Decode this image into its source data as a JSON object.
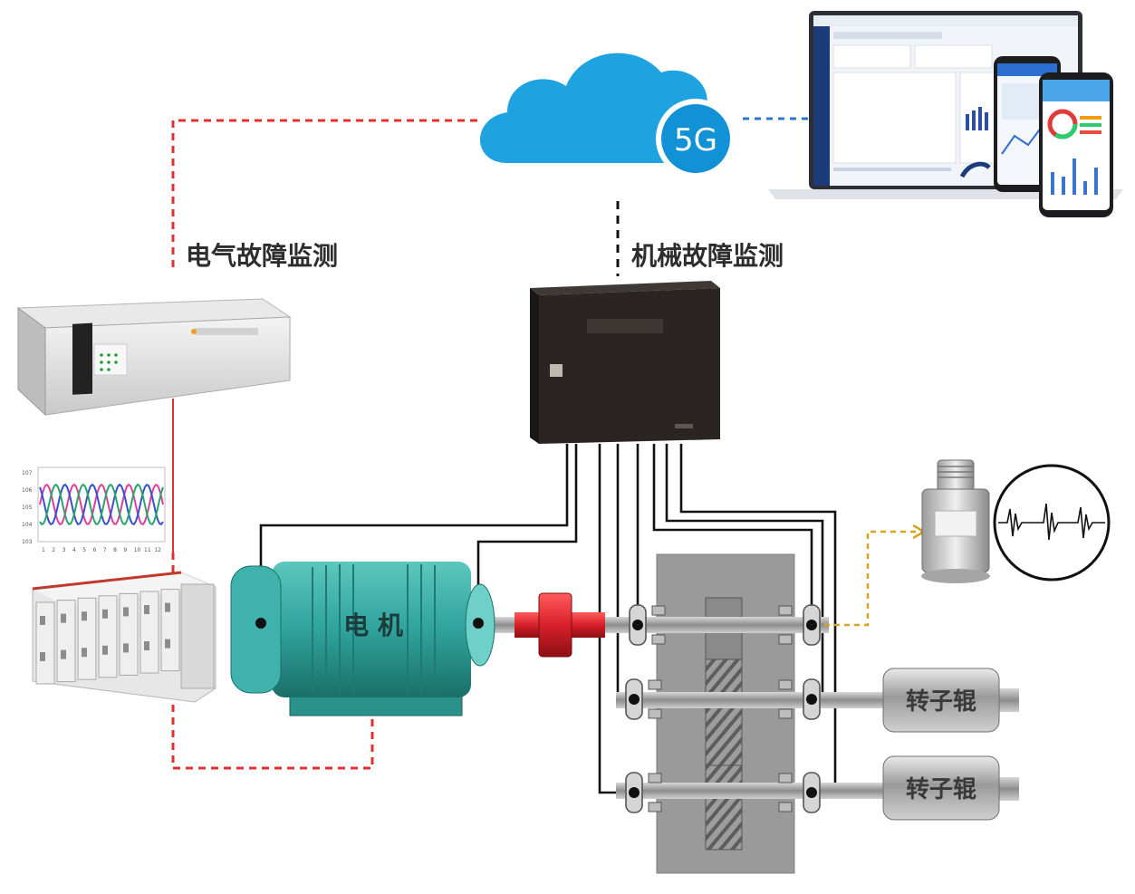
{
  "cloud": {
    "label": "5G",
    "color": "#1fa3e0",
    "badge_color": "#1192d6"
  },
  "labels": {
    "electrical": "电气故障监测",
    "mechanical": "机械故障监测",
    "motor": "电 机",
    "roller_1": "转子辊",
    "roller_2": "转子辊"
  },
  "waveform_chart": {
    "y_ticks": [
      "107",
      "106",
      "105",
      "104",
      "103"
    ],
    "x_ticks": [
      "1",
      "2",
      "3",
      "4",
      "5",
      "6",
      "7",
      "8",
      "9",
      "10",
      "11",
      "12"
    ],
    "series_colors": [
      "#e0409a",
      "#3a4fd0",
      "#26a86a"
    ]
  },
  "colors": {
    "electrical_line": "#e03030",
    "network_line": "#2a78c0",
    "sensor_line": "#d9a520",
    "motor": "#2fa39c",
    "coupling": "#d8202a",
    "monitor_box": "#2a2522"
  },
  "icons": {
    "cloud": "cloud-icon",
    "laptop": "laptop-icon",
    "phone": "phone-icon",
    "rack_unit": "rack-unit-icon",
    "switchgear": "switchgear-cabinet-icon",
    "monitor_box": "monitor-box-icon",
    "sensor": "vibration-sensor-icon",
    "vibration_scope": "vibration-signal-icon"
  }
}
